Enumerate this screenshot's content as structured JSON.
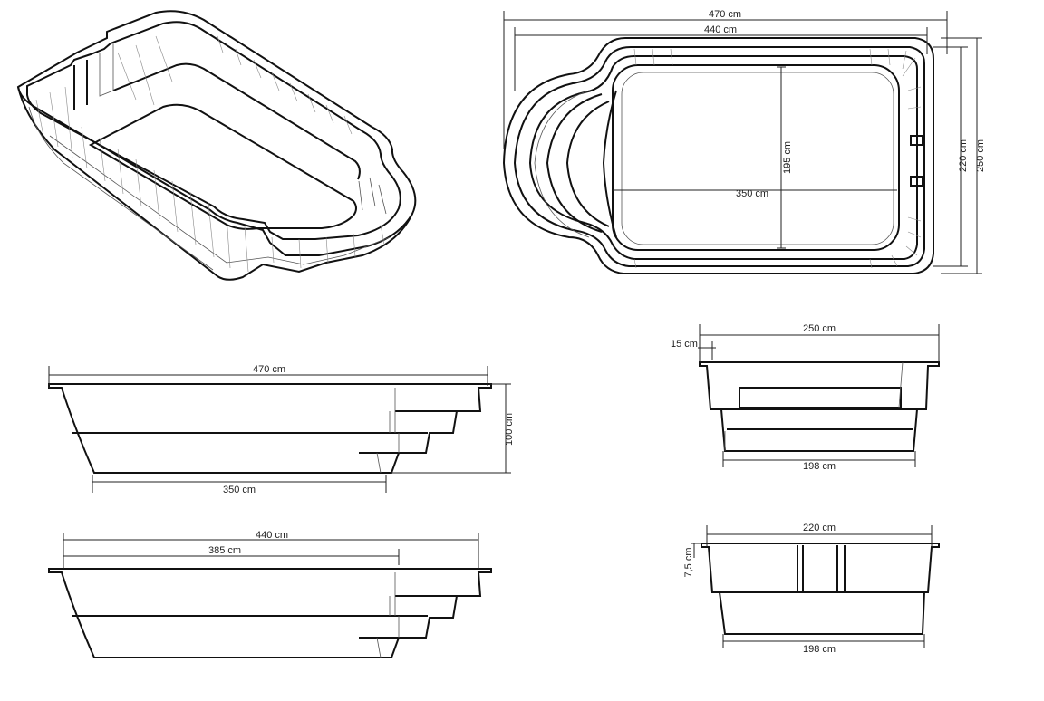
{
  "dimensions": {
    "top_total_length": "470 cm",
    "top_inner_length": "440 cm",
    "top_inner_width": "195 cm",
    "top_basin_length": "350 cm",
    "top_width_220": "220 cm",
    "top_width_250": "250 cm",
    "side1_length": "470 cm",
    "side1_depth": "100 cm",
    "side1_floor": "350 cm",
    "side2_length": "440 cm",
    "side2_inner": "385 cm",
    "end1_width": "250 cm",
    "end1_rim": "15 cm",
    "end1_floor": "198 cm",
    "end2_width": "220 cm",
    "end2_lip": "7,5 cm",
    "end2_floor": "198 cm"
  },
  "colors": {
    "line": "#111111",
    "background": "#ffffff"
  }
}
